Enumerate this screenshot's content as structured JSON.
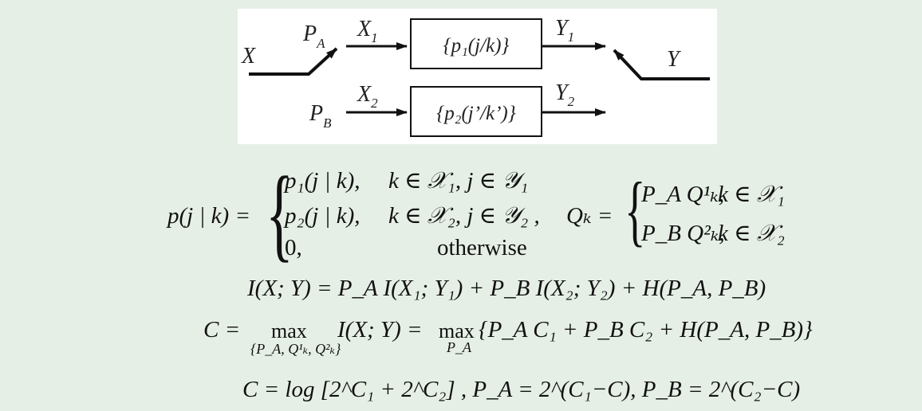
{
  "diagram": {
    "input_label": "X",
    "output_label": "Y",
    "pa_label": "P",
    "pa_sub": "A",
    "pb_label": "P",
    "pb_sub": "B",
    "x1_label": "X",
    "x1_sub": "1",
    "x2_label": "X",
    "x2_sub": "2",
    "y1_label": "Y",
    "y1_sub": "1",
    "y2_label": "Y",
    "y2_sub": "2",
    "box1_text": "{p₁(j/k)}",
    "box2_text": "{p₂(j’/k’)}"
  },
  "eq1": {
    "lhs": "p(j | k) =",
    "case1_left": "p₁(j | k),",
    "case1_right": "k ∈ 𝒳₁, j ∈ 𝒴₁",
    "case2_left": "p₂(j | k),",
    "case2_right": "k ∈ 𝒳₂, j ∈ 𝒴₂ ,",
    "case3_left": "0,",
    "case3_right": "otherwise",
    "q_lhs": "Qₖ =",
    "q_case1_left": "P_A Q¹ₖ,",
    "q_case1_right": "k ∈ 𝒳₁",
    "q_case2_left": "P_B Q²ₖ,",
    "q_case2_right": "k ∈ 𝒳₂"
  },
  "eq2": {
    "text": "I(X; Y) = P_A I(X₁; Y₁) + P_B I(X₂; Y₂) + H(P_A, P_B)"
  },
  "eq3": {
    "lhs": "C =",
    "max1": "max",
    "max1_sub": "{P_A, Q¹ₖ, Q²ₖ}",
    "mid": "I(X; Y) =",
    "max2": "max",
    "max2_sub": "P_A",
    "rhs": "{P_A C₁ + P_B C₂ + H(P_A, P_B)}"
  },
  "eq4": {
    "text": "C = log [2^C₁ + 2^C₂] ,     P_A = 2^(C₁−C),  P_B = 2^(C₂−C)"
  }
}
